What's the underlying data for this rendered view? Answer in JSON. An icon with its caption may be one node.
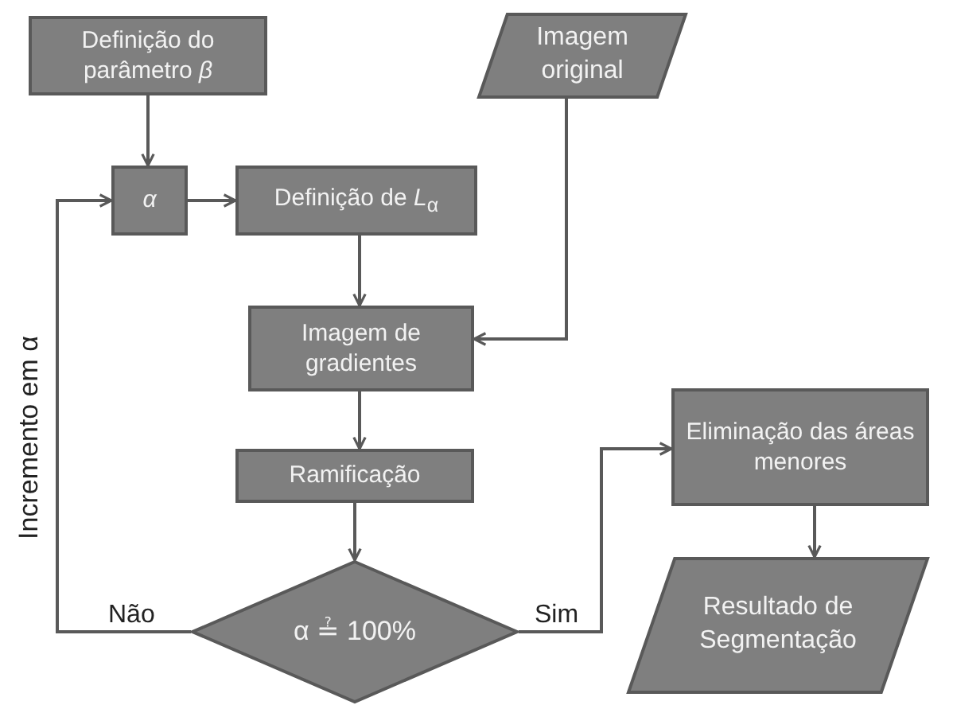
{
  "diagram": {
    "nodes": [
      {
        "text": [
          "Definição do parâmetro *β*"
        ]
      },
      {
        "text": [
          "*α*"
        ]
      },
      {
        "text": [
          "Definição de *L*$_{α}$"
        ]
      },
      {
        "text": [
          "Imagem original"
        ]
      },
      {
        "text": [
          "Imagem de gradientes"
        ]
      },
      {
        "text": [
          "Ramificação"
        ]
      },
      {
        "text": [
          "α ≟ 100%"
        ]
      },
      {
        "text": [
          "Eliminação das áreas menores"
        ]
      },
      {
        "text": [
          "Resultado de Segmentação"
        ]
      }
    ],
    "edges": [
      {
        "from": 0,
        "to": 1,
        "arrow": "to"
      },
      {
        "from": 1,
        "to": 2,
        "arrow": "to"
      },
      {
        "from": 2,
        "to": 4,
        "arrow": "to"
      },
      {
        "from": 3,
        "to": 4,
        "arrow": "to"
      },
      {
        "from": 4,
        "to": 5,
        "arrow": "to"
      },
      {
        "from": 5,
        "to": 6,
        "arrow": "to"
      },
      {
        "from": 6,
        "to": 1,
        "arrow": "to",
        "label": "Não"
      },
      {
        "from": 6,
        "to": 7,
        "arrow": "to",
        "label": "Sim"
      },
      {
        "from": 7,
        "to": 8,
        "arrow": "to"
      }
    ],
    "labels": [
      "Incremento em α"
    ]
  }
}
